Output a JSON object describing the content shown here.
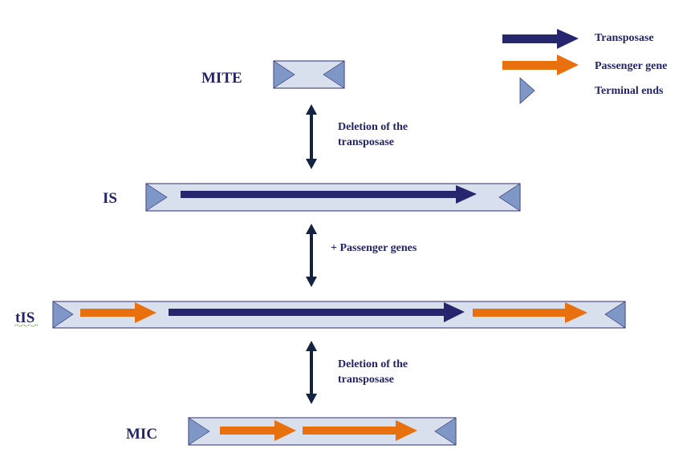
{
  "legend": {
    "items": [
      {
        "label": "Transposase",
        "symbol": "transposase-arrow"
      },
      {
        "label": "Passenger gene",
        "symbol": "passenger-gene-arrow"
      },
      {
        "label": "Terminal ends",
        "symbol": "terminal-end-triangle"
      }
    ]
  },
  "elements": {
    "mite": {
      "label": "MITE"
    },
    "is": {
      "label": "IS"
    },
    "tis": {
      "label": "tIS"
    },
    "mic": {
      "label": "MIC"
    }
  },
  "transitions": {
    "mite_is": {
      "line1": "Deletion of the",
      "line2": "transposase"
    },
    "is_tis": {
      "line1": "+ Passenger genes"
    },
    "tis_mic": {
      "line1": "Deletion of the",
      "line2": "transposase"
    }
  },
  "colors": {
    "transposase": "#26266e",
    "passenger": "#e8700e",
    "terminal": "#7f97c6",
    "box_fill": "#d8e0ee",
    "box_border": "#2c2c6e",
    "text": "#23236b",
    "double_arrow": "#14233f"
  }
}
